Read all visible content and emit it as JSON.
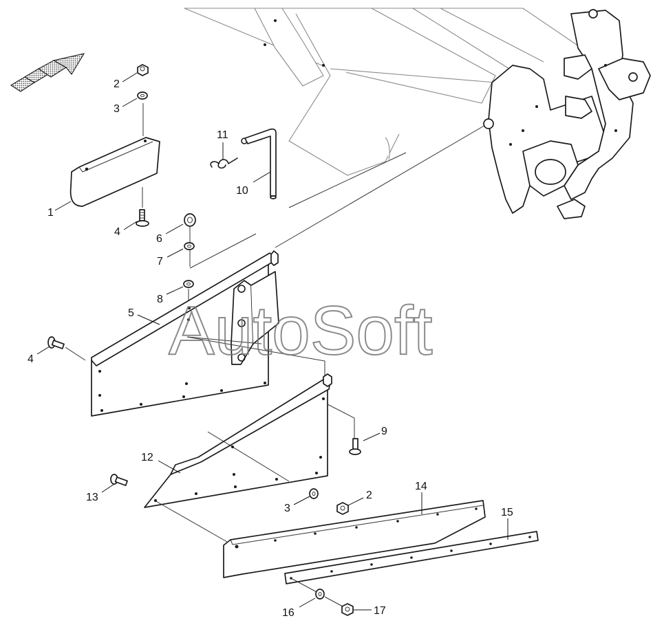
{
  "watermark": "AutoSoft",
  "callouts": [
    {
      "id": "c1",
      "text": "1"
    },
    {
      "id": "c2a",
      "text": "2"
    },
    {
      "id": "c3a",
      "text": "3"
    },
    {
      "id": "c4a",
      "text": "4"
    },
    {
      "id": "c5",
      "text": "5"
    },
    {
      "id": "c6",
      "text": "6"
    },
    {
      "id": "c7",
      "text": "7"
    },
    {
      "id": "c8",
      "text": "8"
    },
    {
      "id": "c4b",
      "text": "4"
    },
    {
      "id": "c9",
      "text": "9"
    },
    {
      "id": "c10",
      "text": "10"
    },
    {
      "id": "c11",
      "text": "11"
    },
    {
      "id": "c12",
      "text": "12"
    },
    {
      "id": "c13",
      "text": "13"
    },
    {
      "id": "c3b",
      "text": "3"
    },
    {
      "id": "c2b",
      "text": "2"
    },
    {
      "id": "c14",
      "text": "14"
    },
    {
      "id": "c15",
      "text": "15"
    },
    {
      "id": "c16",
      "text": "16"
    },
    {
      "id": "c17",
      "text": "17"
    }
  ]
}
